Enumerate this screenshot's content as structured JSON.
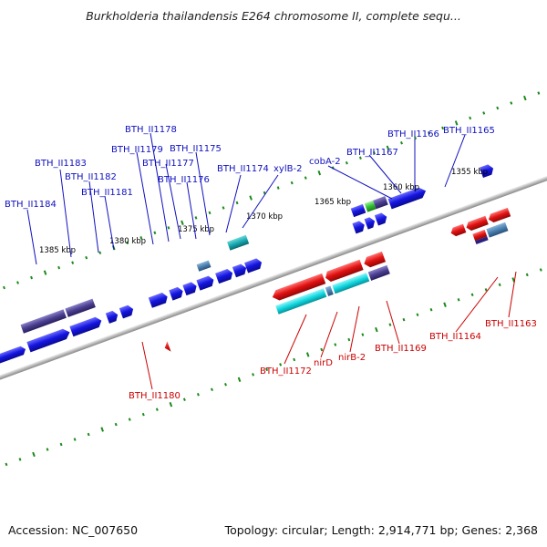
{
  "title": "Burkholderia thailandensis E264 chromosome II, complete sequ...",
  "footer": {
    "accession": "Accession: NC_007650",
    "topology": "Topology: circular; Length: 2,914,771 bp; Genes: 2,368"
  },
  "kbp_labels": [
    "1355 kbp",
    "1360 kbp",
    "1365 kbp",
    "1370 kbp",
    "1375 kbp",
    "1380 kbp",
    "1385 kbp"
  ],
  "forward_gene_labels": [
    "BTH_II1178",
    "BTH_II1179",
    "BTH_II1175",
    "BTH_II1177",
    "BTH_II1176",
    "BTH_II1174",
    "xylB-2",
    "cobA-2",
    "BTH_II1167",
    "BTH_II1166",
    "BTH_II1165",
    "BTH_II1183",
    "BTH_II1182",
    "BTH_II1181",
    "BTH_II1184"
  ],
  "reverse_gene_labels": [
    "BTH_II1180",
    "BTH_II1172",
    "nirD",
    "nirB-2",
    "BTH_II1169",
    "BTH_II1164",
    "BTH_II1163"
  ],
  "colors": {
    "forward_label": "#1010c0",
    "reverse_label": "#cc0000",
    "forward_gene": "#1414e0",
    "reverse_gene": "#e01010",
    "cyan_gene": "#10d8e0",
    "slate_gene": "#4a3f8f",
    "green_gene": "#30c030",
    "tick": "#1a8a1a",
    "backbone": "#888888"
  }
}
